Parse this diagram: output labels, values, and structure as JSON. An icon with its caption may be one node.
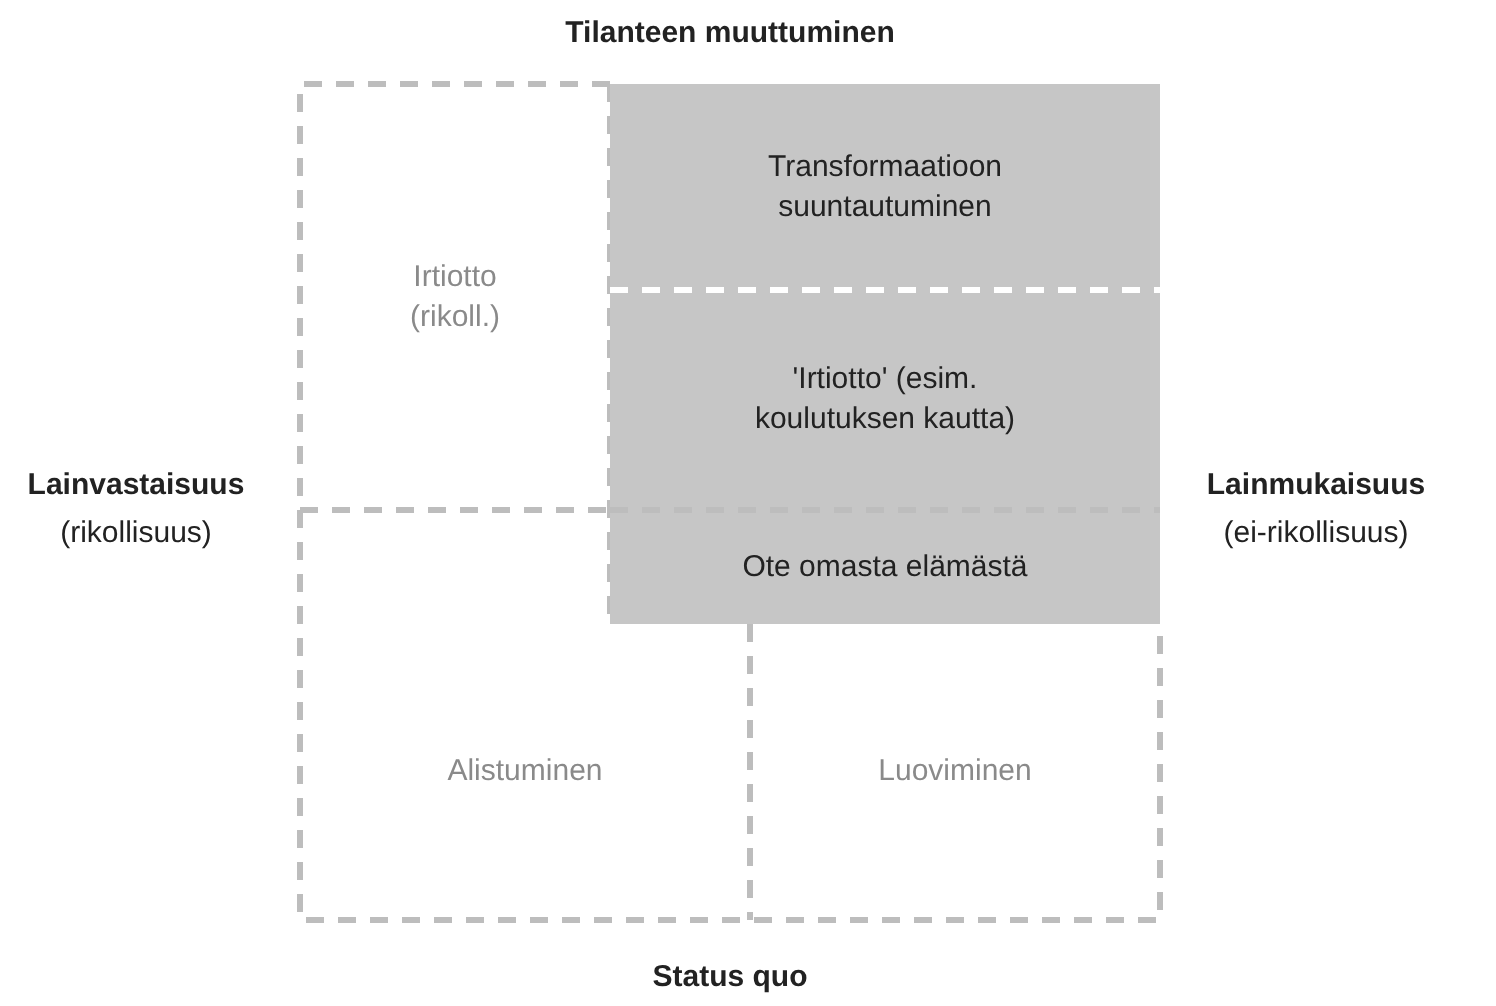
{
  "diagram": {
    "nodes": [
      {
        "text": [
          "Irtiotto (rikoll.)"
        ]
      },
      {
        "text": [
          "Transformaatioon suuntautuminen"
        ]
      },
      {
        "text": [
          "'Irtiotto' (esim. koulutuksen kautta)"
        ]
      },
      {
        "text": [
          "Ote omasta elämästä"
        ]
      },
      {
        "text": [
          "Alistuminen"
        ]
      },
      {
        "text": [
          "Luoviminen"
        ]
      }
    ],
    "edges": [],
    "labels": [
      "Tilanteen muuttuminen",
      "Lainvastaisuus",
      "(rikollisuus)",
      "Lainmukaisuus",
      "(ei-rikollisuus)",
      "Status quo"
    ]
  }
}
